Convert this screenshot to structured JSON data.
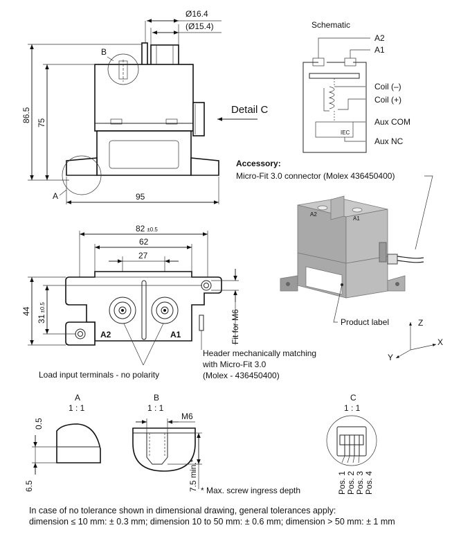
{
  "top_view": {
    "dia_outer": "Ø16.4",
    "dia_inner": "(Ø15.4)",
    "height_total": "86.5",
    "height_body": "75",
    "width": "95",
    "label_b": "B",
    "label_a": "A",
    "detail_c": "Detail C"
  },
  "schematic": {
    "title": "Schematic",
    "a2": "A2",
    "a1": "A1",
    "coil_minus": "Coil (–)",
    "coil_plus": "Coil (+)",
    "aux_com": "Aux COM",
    "aux_nc": "Aux NC",
    "iec": "IEC"
  },
  "accessory": {
    "title": "Accessory:",
    "connector": "Micro-Fit 3.0 connector (Molex 436450400)",
    "product_label": "Product label",
    "terminal_a2": "A2",
    "terminal_a1": "A1"
  },
  "axes": {
    "x": "X",
    "y": "Y",
    "z": "Z"
  },
  "bottom_view": {
    "dim_82": "82",
    "tol_82": "±0.5",
    "dim_62": "62",
    "dim_27": "27",
    "dim_44": "44",
    "dim_31": "31",
    "tol_31": "±0.5",
    "fit_m6": "Fit for M6",
    "a2": "A2",
    "a1": "A1",
    "header_line1": "Header mechanically matching",
    "header_line2": "with Micro-Fit 3.0",
    "header_line3": "(Molex - 436450400)",
    "load_terminals": "Load input terminals - no polarity"
  },
  "detail_a": {
    "title": "A",
    "scale": "1 : 1",
    "dim_05": "0.5",
    "dim_65": "6.5"
  },
  "detail_b": {
    "title": "B",
    "scale": "1 : 1",
    "thread": "M6",
    "depth": "7.5 min.*",
    "footnote": "* Max. screw ingress depth"
  },
  "detail_c": {
    "title": "C",
    "scale": "1 : 1",
    "pos1": "Pos. 1",
    "pos2": "Pos. 2",
    "pos3": "Pos. 3",
    "pos4": "Pos. 4"
  },
  "notes": {
    "line1": "In case of no tolerance shown in dimensional drawing, general tolerances apply:",
    "line2": "dimension ≤ 10 mm: ± 0.3 mm; dimension 10 to 50 mm: ± 0.6 mm; dimension > 50 mm: ± 1 mm"
  }
}
